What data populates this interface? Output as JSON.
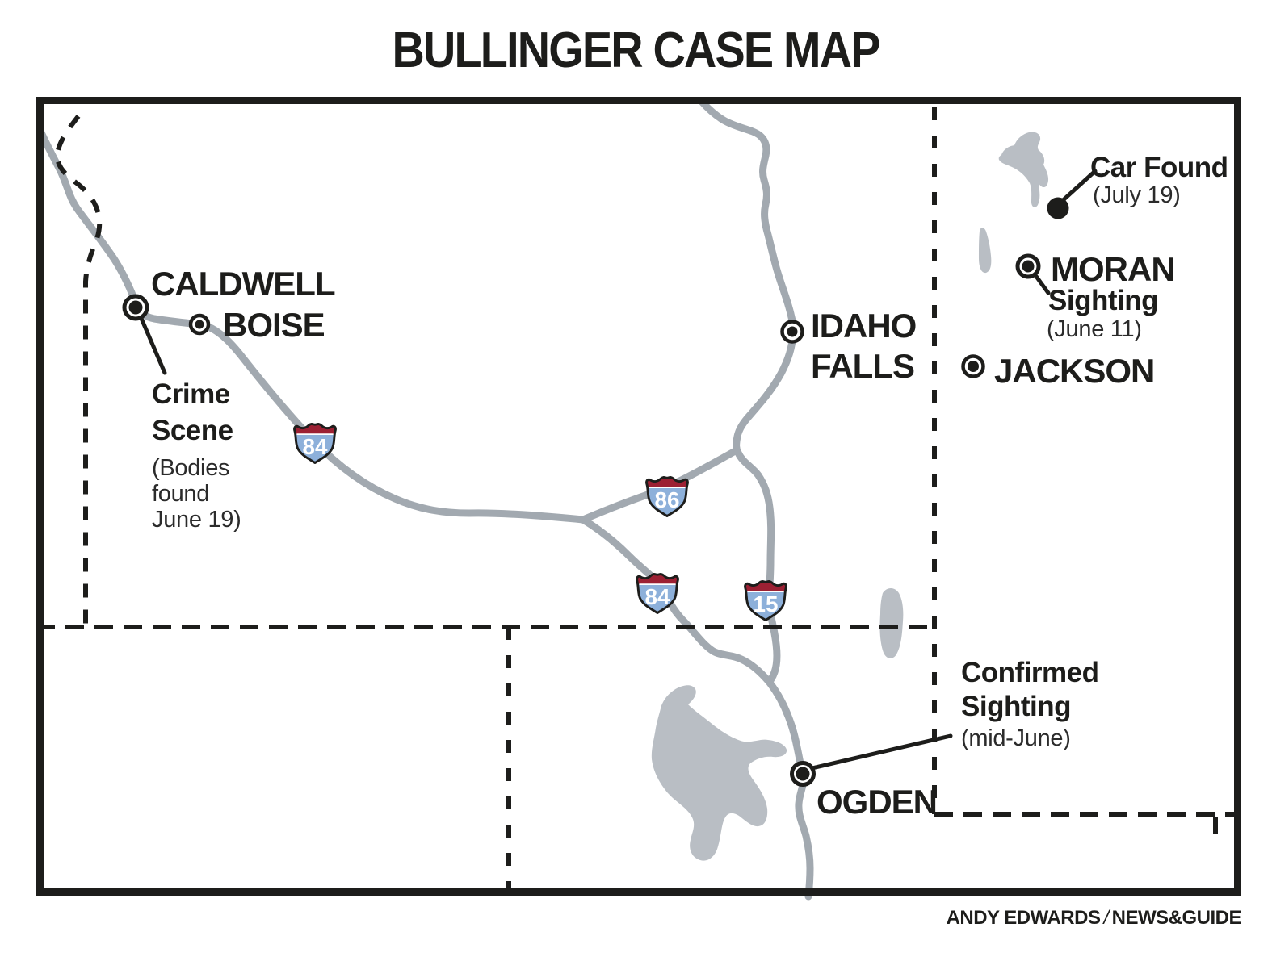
{
  "title": "BULLINGER CASE MAP",
  "credit": {
    "author": "ANDY EDWARDS",
    "separator": "/",
    "publication": "NEWS&GUIDE"
  },
  "cities": {
    "caldwell": "CALDWELL",
    "boise": "BOISE",
    "idaho_falls_line1": "IDAHO",
    "idaho_falls_line2": "FALLS",
    "jackson": "JACKSON",
    "moran": "MORAN",
    "ogden": "OGDEN"
  },
  "annotations": {
    "crime_scene": {
      "line1": "Crime",
      "line2": "Scene",
      "detail1": "(Bodies",
      "detail2": "found",
      "detail3": "June 19)"
    },
    "car_found": {
      "title": "Car Found",
      "detail": "(July 19)"
    },
    "moran_sighting": {
      "title": "Sighting",
      "detail": "(June 11)"
    },
    "confirmed_sighting": {
      "line1": "Confirmed",
      "line2": "Sighting",
      "detail": "(mid-June)"
    }
  },
  "highways": {
    "i84_west": "84",
    "i86": "86",
    "i84_south": "84",
    "i15": "15"
  },
  "colors": {
    "ink": "#1d1d1b",
    "road_gray": "#a2a9b0",
    "lake_gray": "#b9bec4",
    "shield_blue": "#8db0da",
    "shield_red": "#9c2033"
  }
}
